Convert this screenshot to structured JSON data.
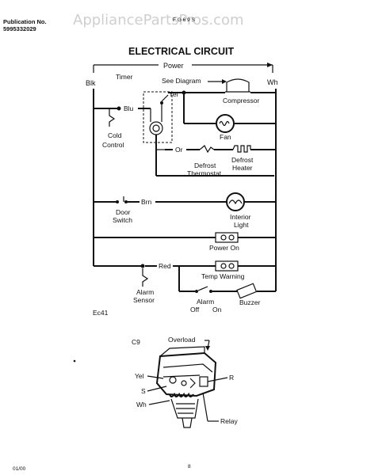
{
  "header": {
    "publication_label": "Publication No.",
    "publication_number": "5995332029",
    "top_code": "F G 6 9 S",
    "watermark": "AppliancePartsPros.com"
  },
  "diagram": {
    "title": "ELECTRICAL CIRCUIT",
    "labels": {
      "power": "Power",
      "blk": "Blk",
      "wh": "Wh",
      "timer": "Timer",
      "see_diagram": "See Diagram",
      "yel": "Yel",
      "compressor": "Compressor",
      "blu": "Blu",
      "fan": "Fan",
      "cold": "Cold",
      "control": "Control",
      "or": "Or",
      "defrost_thermostat_1": "Defrost",
      "defrost_thermostat_2": "Thermostat",
      "defrost_heater_1": "Defrost",
      "defrost_heater_2": "Heater",
      "brn": "Brn",
      "door": "Door",
      "switch": "Switch",
      "interior": "Interior",
      "light": "Light",
      "power_on": "Power On",
      "red": "Red",
      "temp_warning": "Temp Warning",
      "alarm_sensor_1": "Alarm",
      "alarm_sensor_2": "Sensor",
      "alarm": "Alarm",
      "off": "Off",
      "on": "On",
      "buzzer": "Buzzer",
      "code": "Ec41"
    }
  },
  "compressor_detail": {
    "code": "C9",
    "overload": "Overload",
    "yel": "Yel",
    "s": "S",
    "r": "R",
    "wh": "Wh",
    "relay": "Relay"
  },
  "footer": {
    "date": "01/00",
    "page": "8"
  }
}
